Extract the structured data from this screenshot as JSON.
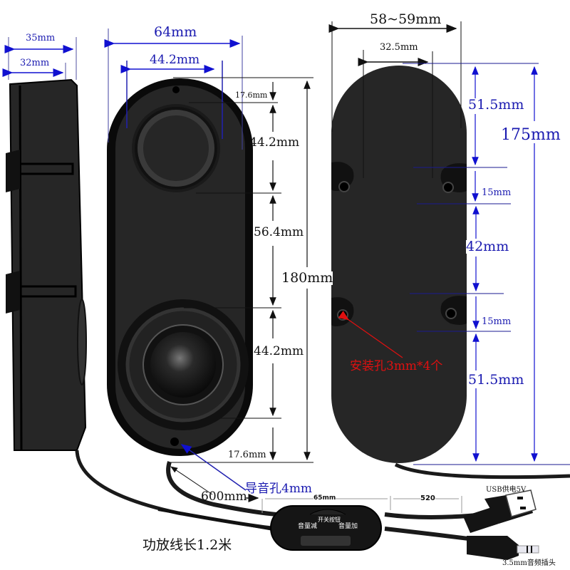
{
  "diagram": {
    "subject": "USB mini speaker dimension drawing",
    "colors": {
      "dim_blue": "#1a1ab0",
      "dim_black": "#111111",
      "callout_red": "#e01010",
      "body": "#262626"
    },
    "side_view": {
      "width_outer": "35mm",
      "width_inner": "32mm"
    },
    "front_view": {
      "width_total": "64mm",
      "speaker_diameter": "44.2mm",
      "top_margin": "17.6mm",
      "upper_speaker_height": "44.2mm",
      "middle_gap": "56.4mm",
      "lower_speaker_height": "44.2mm",
      "bottom_margin": "17.6mm",
      "height_total": "180mm",
      "sound_hole_label": "导音孔4mm"
    },
    "back_view": {
      "width_total": "58~59mm",
      "hole_spacing": "32.5mm",
      "segments": [
        "51.5mm",
        "15mm",
        "42mm",
        "15mm",
        "51.5mm"
      ],
      "height_total": "175mm",
      "mount_hole_label": "安装孔3mm*4个"
    },
    "cable": {
      "speaker_cable_length": "600mm",
      "controller_length": "65mm",
      "tail_length": "520",
      "amp_cable_length": "功放线长1.2米",
      "controller_buttons": [
        "音量减",
        "开关按钮",
        "音量加"
      ],
      "usb_label": "USB供电5V",
      "audio_label": "3.5mm音频插头"
    }
  }
}
